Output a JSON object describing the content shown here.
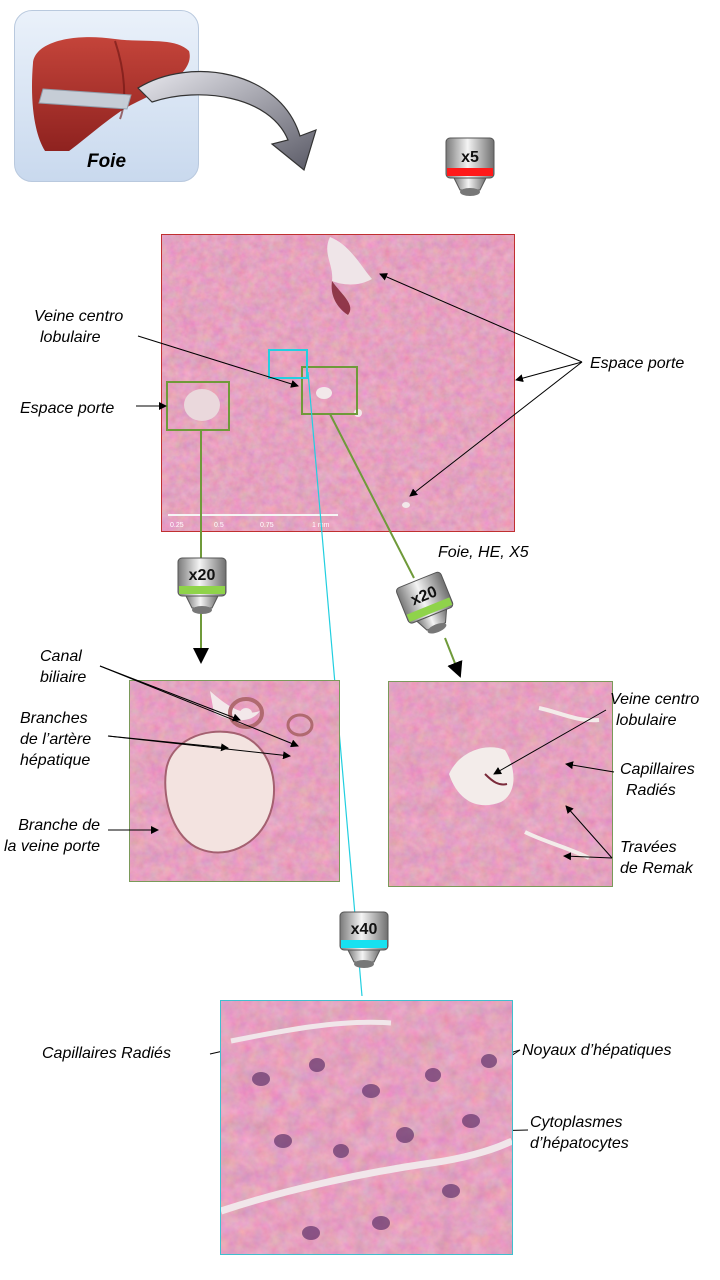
{
  "organ": {
    "title": "Foie",
    "icon": "liver-icon"
  },
  "objectives": [
    {
      "label": "",
      "magnification": "x5",
      "band_color": "#ff1a1a"
    },
    {
      "label": "x20",
      "magnification": "x20",
      "band_color": "#8fd34a"
    },
    {
      "label": "x20",
      "magnification": "x20",
      "band_color": "#8fd34a"
    },
    {
      "label": "x40",
      "magnification": "x40",
      "band_color": "#17e1f0"
    }
  ],
  "overview": {
    "caption": "Foie, HE, X5",
    "label_vcl_1": "Veine centro",
    "label_vcl_2": "lobulaire",
    "label_portal_left": "Espace porte",
    "label_portal_right": "Espace porte",
    "scale_ticks": [
      "0.25",
      "0.5",
      "0.75",
      "1 mm"
    ],
    "frame_color": "#c03030",
    "box_color_green": "#6f9a3a",
    "box_color_cyan": "#22cfe0"
  },
  "portal_view": {
    "label_canal_1": "Canal",
    "label_canal_2": "biliaire",
    "label_artery_1": "Branches",
    "label_artery_2": "de l’artère",
    "label_artery_3": "hépatique",
    "label_vein_1": "Branche de",
    "label_vein_2": "la veine porte"
  },
  "lobule_view": {
    "label_vcl_1": "Veine centro",
    "label_vcl_2": "lobulaire",
    "label_cap_1": "Capillaires",
    "label_cap_2": "Radiés",
    "label_travees_1": "Travées",
    "label_travees_2": "de Remak"
  },
  "high_view": {
    "label_capillaries": "Capillaires Radiés",
    "label_nuclei": "Noyaux d’hépatiques",
    "label_cyto_1": "Cytoplasmes",
    "label_cyto_2": "d’hépatocytes",
    "frame_color": "#3fbfcf"
  }
}
